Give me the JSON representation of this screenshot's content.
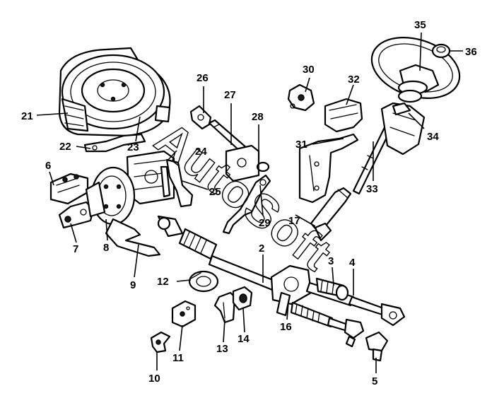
{
  "watermark": "AutoSoft",
  "callouts": {
    "c2": "2",
    "c3": "3",
    "c4": "4",
    "c5": "5",
    "c6": "6",
    "c7": "7",
    "c8": "8",
    "c9": "9",
    "c10": "10",
    "c11": "11",
    "c12": "12",
    "c13": "13",
    "c14": "14",
    "c16": "16",
    "c17": "17",
    "c21": "21",
    "c22": "22",
    "c23": "23",
    "c24": "24",
    "c25": "25",
    "c26": "26",
    "c27": "27",
    "c28": "28",
    "c29": "29",
    "c30": "30",
    "c31": "31",
    "c32": "32",
    "c33": "33",
    "c34": "34",
    "c35": "35",
    "c36": "36"
  },
  "colors": {
    "ink": "#000000",
    "paper": "#ffffff"
  }
}
